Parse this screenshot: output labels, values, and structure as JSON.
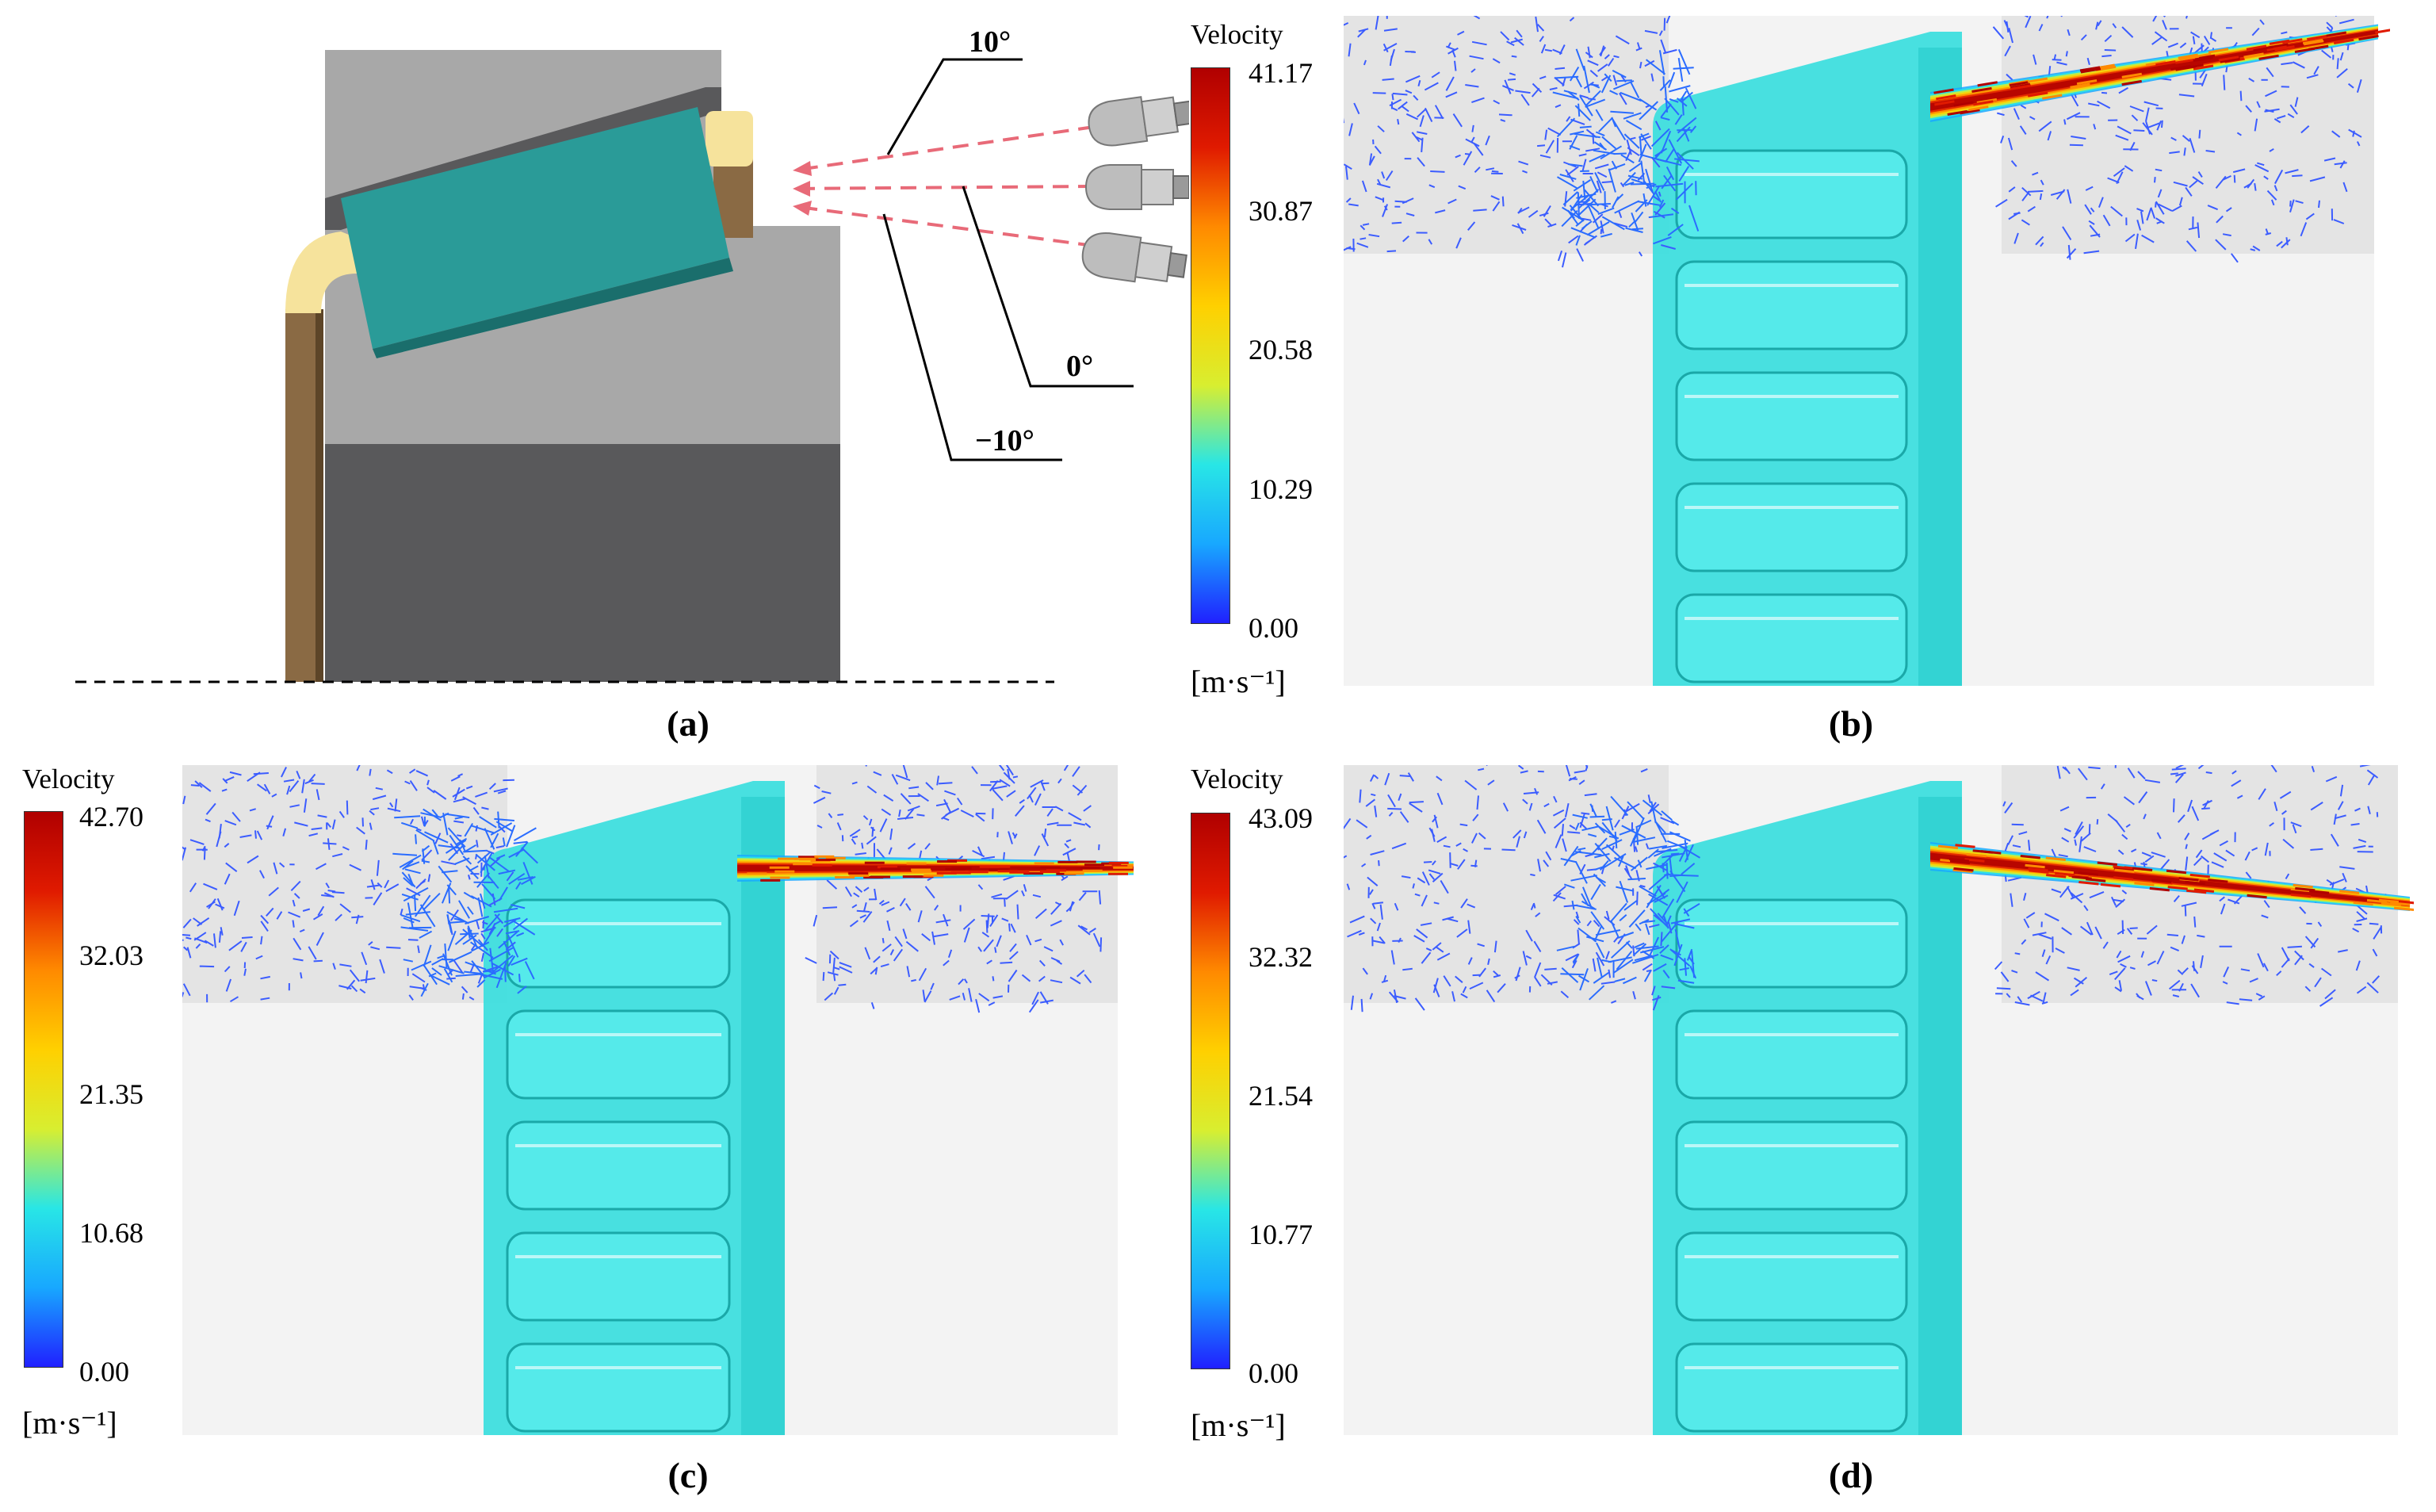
{
  "panels": [
    {
      "id": "a",
      "label": "(a)"
    },
    {
      "id": "b",
      "label": "(b)"
    },
    {
      "id": "c",
      "label": "(c)"
    },
    {
      "id": "d",
      "label": "(d)"
    }
  ],
  "angles": [
    {
      "id": "up",
      "label": "10°"
    },
    {
      "id": "zero",
      "label": "0°"
    },
    {
      "id": "down",
      "label": "−10°"
    }
  ],
  "legends": [
    {
      "panel": "b",
      "title": "Velocity",
      "unit": "[m·s⁻¹]",
      "ticks": [
        "41.17",
        "30.87",
        "20.58",
        "10.29",
        "0.00"
      ]
    },
    {
      "panel": "c",
      "title": "Velocity",
      "unit": "[m·s⁻¹]",
      "ticks": [
        "42.70",
        "32.03",
        "21.35",
        "10.68",
        "0.00"
      ]
    },
    {
      "panel": "d",
      "title": "Velocity",
      "unit": "[m·s⁻¹]",
      "ticks": [
        "43.09",
        "32.32",
        "21.54",
        "10.77",
        "0.00"
      ]
    }
  ],
  "colormap": [
    "#2020ff",
    "#18a8ff",
    "#28e6e6",
    "#d8ee30",
    "#ffd000",
    "#ff8a00",
    "#e01a00",
    "#b00000"
  ],
  "colors": {
    "housing_light": "#a8a8a8",
    "housing_dark": "#59595b",
    "roller": "#2a9b98",
    "cage": "#8a6a44",
    "cage_highlight": "#f6e39c",
    "nozzle": "#b9b9b9",
    "jet_line": "#e86a78",
    "bearing_cyan": "#35dede",
    "background_grey": "#e6e6e6"
  }
}
